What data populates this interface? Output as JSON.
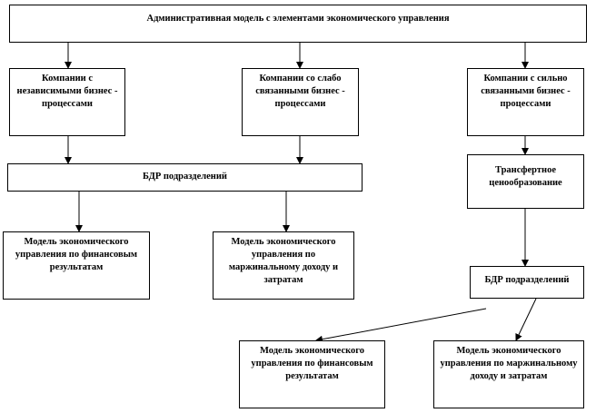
{
  "top": "Административная модель с элементами экономического управления",
  "companies": [
    "Компании с независимыми бизнес - процессами",
    "Компании со слабо связанными бизнес - процессами",
    "Компании с сильно связанными бизнес - процессами"
  ],
  "bdr_left": "БДР подразделений",
  "transfer": "Трансфертное ценообразование",
  "bdr_right": "БДР подразделений",
  "models": [
    "Модель экономического управления по финансовым результатам",
    "Модель экономического управления по маржинальному доходу и затратам",
    "Модель экономического управления по финансовым результатам",
    "Модель экономического управления по маржинальному доходу и затратам"
  ]
}
